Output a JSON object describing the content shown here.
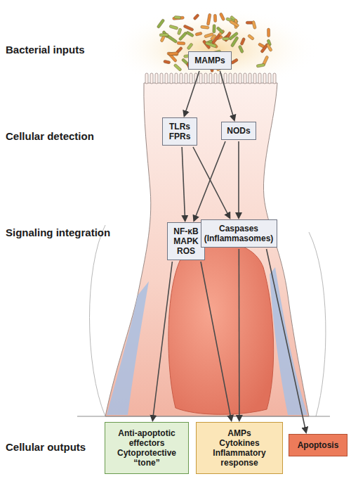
{
  "diagram": {
    "nodes": [
      {
        "text": [
          "MAMPs"
        ]
      },
      {
        "text": [
          "TLRs FPRs"
        ]
      },
      {
        "text": [
          "NODs"
        ]
      },
      {
        "text": [
          "NF-κB MAPK ROS"
        ]
      },
      {
        "text": [
          "Caspases (Inflammasomes)"
        ]
      },
      {
        "text": [
          "Anti-apoptotic effectors",
          "Cytoprotective “tone”"
        ]
      },
      {
        "text": [
          "AMPs",
          "Cytokines",
          "Inflammatory response"
        ]
      },
      {
        "text": [
          "Apoptosis"
        ]
      }
    ],
    "edges": [
      {
        "from": 0,
        "to": 1,
        "arrow": "to"
      },
      {
        "from": 0,
        "to": 2,
        "arrow": "to"
      },
      {
        "from": 1,
        "to": 3,
        "arrow": "to"
      },
      {
        "from": 1,
        "to": 4,
        "arrow": "to"
      },
      {
        "from": 2,
        "to": 3,
        "arrow": "to"
      },
      {
        "from": 2,
        "to": 4,
        "arrow": "to"
      },
      {
        "from": 3,
        "to": 5,
        "arrow": "to"
      },
      {
        "from": 3,
        "to": 6,
        "arrow": "to"
      },
      {
        "from": 4,
        "to": 6,
        "arrow": "to"
      },
      {
        "from": 4,
        "to": 7,
        "arrow": "to"
      }
    ],
    "labels": [
      "Bacterial inputs",
      "Cellular detection",
      "Signaling integration",
      "Cellular outputs"
    ]
  }
}
